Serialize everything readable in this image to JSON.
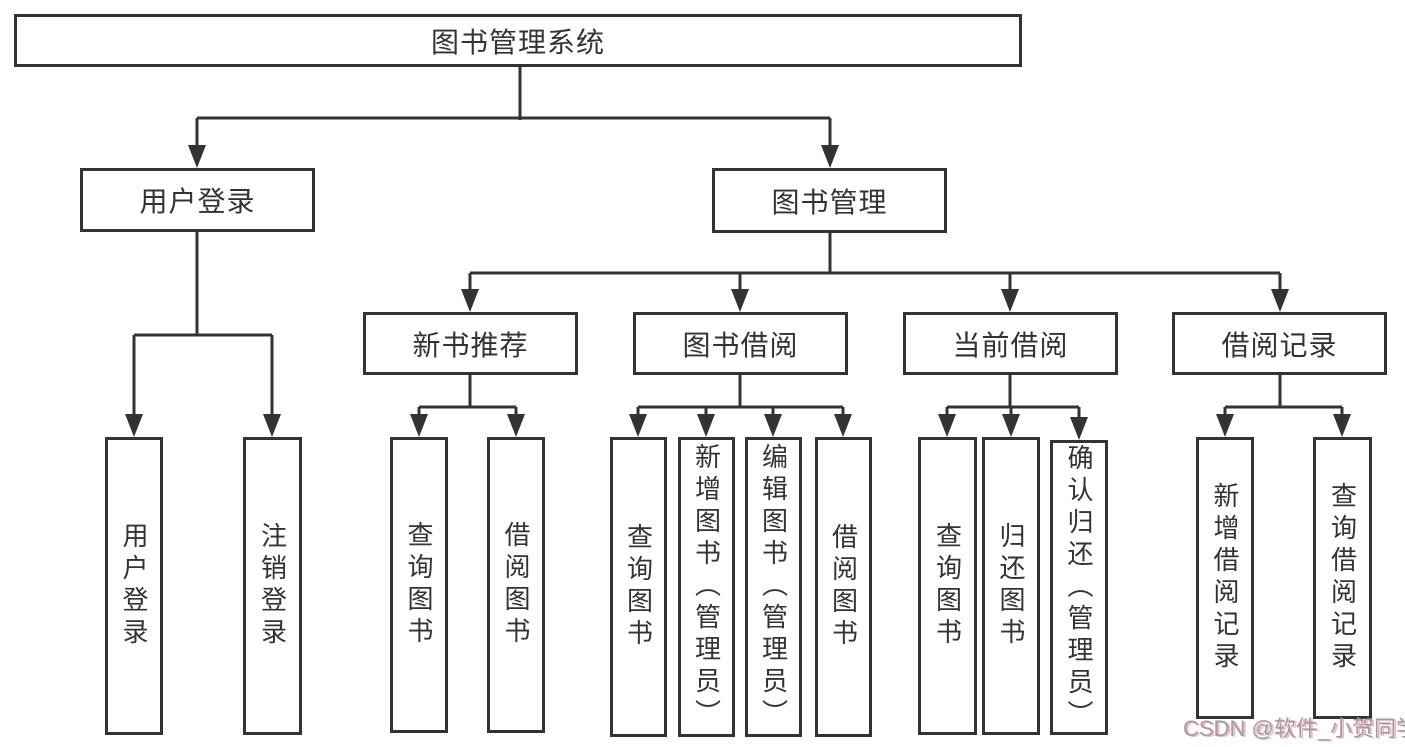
{
  "tree": {
    "root": {
      "label": "图书管理系统",
      "children": [
        {
          "label": "用户登录",
          "children": [
            {
              "label": "用户登录"
            },
            {
              "label": "注销登录"
            }
          ]
        },
        {
          "label": "图书管理",
          "children": [
            {
              "label": "新书推荐",
              "children": [
                {
                  "label": "查询图书"
                },
                {
                  "label": "借阅图书"
                }
              ]
            },
            {
              "label": "图书借阅",
              "children": [
                {
                  "label": "查询图书"
                },
                {
                  "label": "新增图书（管理员）"
                },
                {
                  "label": "编辑图书（管理员）"
                },
                {
                  "label": "借阅图书"
                }
              ]
            },
            {
              "label": "当前借阅",
              "children": [
                {
                  "label": "查询图书"
                },
                {
                  "label": "归还图书"
                },
                {
                  "label": "确认归还（管理员）"
                }
              ]
            },
            {
              "label": "借阅记录",
              "children": [
                {
                  "label": "新增借阅记录"
                },
                {
                  "label": "查询借阅记录"
                }
              ]
            }
          ]
        }
      ]
    }
  },
  "watermark": {
    "text": "CSDN @软件_小贺同学",
    "color": "#f5b4c0"
  },
  "line_color": "#333333"
}
